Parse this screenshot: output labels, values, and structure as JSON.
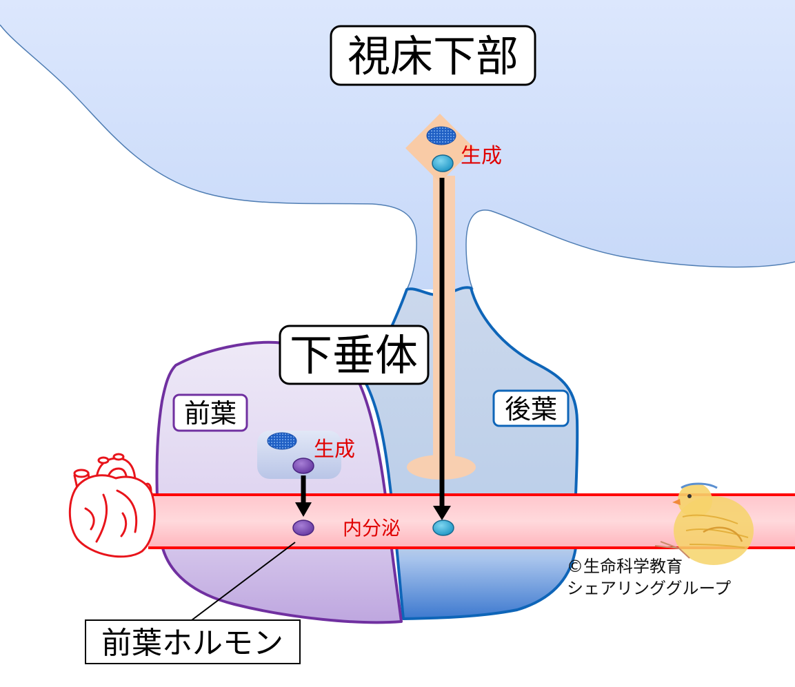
{
  "labels": {
    "hypothalamus": "視床下部",
    "pituitary": "下垂体",
    "anterior_lobe": "前葉",
    "posterior_lobe": "後葉",
    "anterior_hormone": "前葉ホルモン"
  },
  "annotations": {
    "production_hypothalamus": "生成",
    "production_anterior": "生成",
    "secretion": "内分泌"
  },
  "copyright": {
    "line1": "©生命科学教育",
    "line2": "シェアリンググループ"
  },
  "icons": [
    "heart-icon",
    "chick-illustration"
  ],
  "colors": {
    "hypothalamus_fill": "#d6e3fb",
    "anterior_outline": "#7030a0",
    "posterior_outline": "#0e65b8",
    "vessel_outline": "#ff0000",
    "annotation_text": "#e00000",
    "axon": "#f8cfb0"
  }
}
